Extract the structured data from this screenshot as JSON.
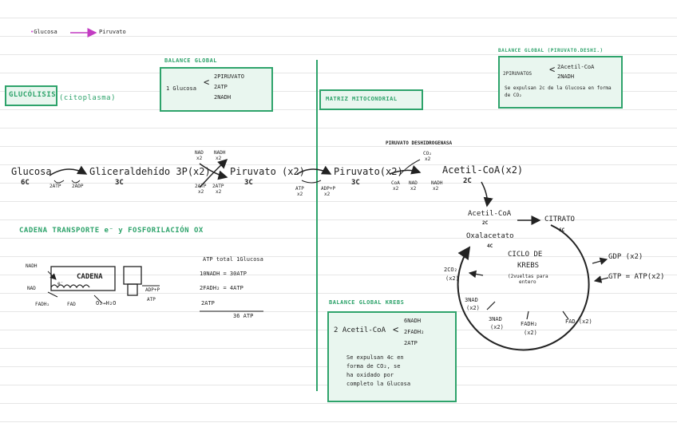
{
  "intro": {
    "bullet": "•",
    "from": "Glucosa",
    "to": "Piruvato"
  },
  "glucolisis": {
    "title": "GLUCÓLISIS",
    "location": "(citoplasma)"
  },
  "balance_global": {
    "heading": "BALANCE GLOBAL",
    "left": "1 Glucosa",
    "items": [
      "2PIRUVATO",
      "2ATP",
      "2NADH"
    ]
  },
  "matriz": {
    "title": "MATRIZ MITOCONDRIAL"
  },
  "balance_piruvato": {
    "heading": "BALANCE GLOBAL (PIRUVATO.DESHI.)",
    "left": "2PIRUVATOS",
    "items": [
      "2Acetil-CoA",
      "2NADH"
    ],
    "note": "Se expulsan 2c de la Glucosa en forma de CO₂"
  },
  "pathway": {
    "glucosa": "Glucosa",
    "glucosa_c": "6C",
    "atp_in": "2ATP",
    "adp": "2ADP",
    "g3p": "Gliceraldehído 3P(x2)",
    "g3p_c": "3C",
    "nad": "NAD",
    "nad_n": "x2",
    "nadh": "NADH",
    "nadh_n": "x2",
    "atp2": "2ATP",
    "atp2_n": "x2",
    "atp3": "2ATP",
    "atp3_n": "x2",
    "piruvato1": "Piruvato (x2)",
    "piruvato1_c": "3C",
    "atp_t": "ATP",
    "atp_t_n": "x2",
    "adp_p": "ADP+P",
    "adp_p_n": "x2",
    "piruvato2": "Piruvato(x2)",
    "piruvato2_c": "3C",
    "pdh": "PIRUVATO DESHIDROGENASA",
    "co2": "CO₂",
    "co2_n": "x2",
    "coa": "CoA",
    "coa_n": "x2",
    "nad2": "NAD",
    "nad2_n": "x2",
    "nadh2": "NADH",
    "nadh2_n": "x2",
    "acetil": "Acetil-CoA(x2)",
    "acetil_c": "2C"
  },
  "cadena": {
    "title": "CADENA TRANSPORTE e⁻ y FOSFORILACIÓN OX",
    "label": "CADENA",
    "nadh": "NADH",
    "nad": "NAD",
    "fadh": "FADH₂",
    "fad": "FAD",
    "o2": "O₂→H₂O",
    "adp": "ADP+P",
    "atp": "ATP",
    "e": "e⁻"
  },
  "atp_total": {
    "header": "ATP total 1Glucosa",
    "lines": [
      "10NADH = 30ATP",
      "2FADH₂ = 4ATP",
      "2ATP"
    ],
    "total": "36 ATP"
  },
  "krebs": {
    "acetil": "Acetil-CoA",
    "acetil_c": "2C",
    "citrato": "CITRATO",
    "citrato_c": "6C",
    "oxalo": "Oxalacetato",
    "oxalo_c": "4C",
    "title1": "CICLO DE",
    "title2": "KREBS",
    "sub1": "(2vueltas para",
    "sub2": "entero",
    "gdp": "GDP (x2)",
    "gtp": "GTP = ATP(x2)",
    "co2": "2CO₂",
    "co2_n": "(x2)",
    "nad3": "3NAD",
    "nad3_n": "(x2)",
    "nad3b": "3NAD",
    "nad3b_n": "(x2)",
    "fadh": "FADH₂",
    "fadh_n": "(x2)",
    "fad": "FAD (x2)"
  },
  "balance_krebs": {
    "heading": "BALANCE GLOBAL KREBS",
    "left": "2 Acetil-CoA",
    "items": [
      "6NADH",
      "2FADH₂",
      "2ATP"
    ],
    "note_lines": [
      "Se expulsan 4c en",
      "forma de CO₂, se",
      "ha oxidado por",
      "completo la Glucosa"
    ]
  },
  "colors": {
    "accent": "#2ea36b",
    "box_bg": "#e9f6ef",
    "bullet": "#d63fd6"
  }
}
